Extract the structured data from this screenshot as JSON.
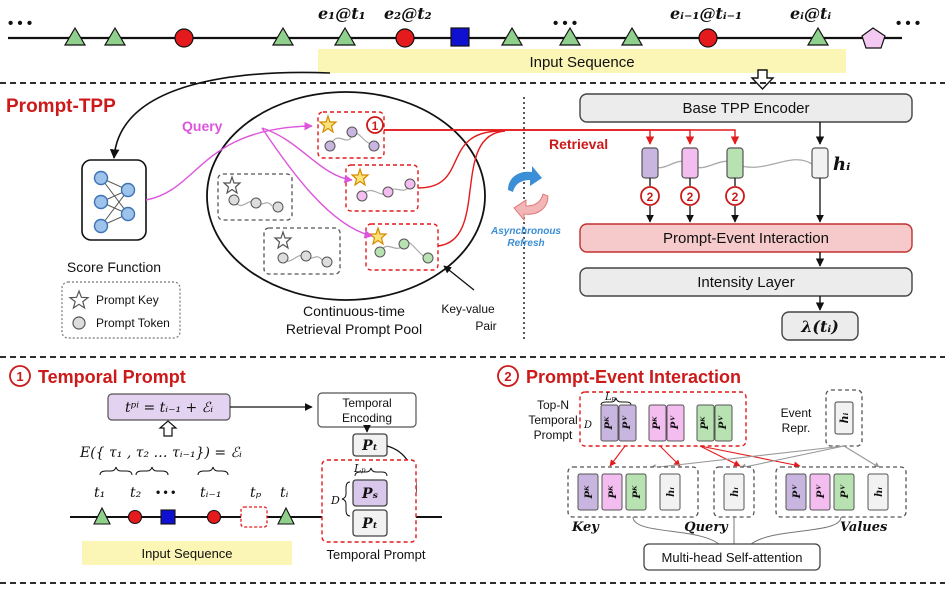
{
  "colors": {
    "red": "#e41a1c",
    "section_red": "#cc1a1a",
    "green": "#8fd18c",
    "blue": "#1010d0",
    "pink": "#f3c9f2",
    "yellow": "#fbf6b5",
    "purple_token": "#c9b6e0",
    "pink_token": "#f3bdf0",
    "green_token": "#b9e2b3",
    "interaction_box": "#f6caca",
    "query_line": "#dd55dd",
    "refresh_blue": "#3b8fd6"
  },
  "top": {
    "ellipsis": "• • •",
    "event_labels": [
      "e₁@t₁",
      "e₂@t₂",
      "eᵢ₋₁@tᵢ₋₁",
      "eᵢ@tᵢ"
    ],
    "input_sequence": "Input Sequence"
  },
  "prompt_tpp": {
    "title": "Prompt-TPP",
    "query": "Query",
    "retrieval": "Retrieval",
    "score_function": "Score Function",
    "legend": {
      "prompt_key": "Prompt Key",
      "prompt_token": "Prompt Token"
    },
    "pool_caption": [
      "Continuous-time",
      "Retrieval Prompt Pool"
    ],
    "key_value": [
      "Key-value",
      "Pair"
    ],
    "async_refresh": [
      "Asynchronous",
      "Refresh"
    ],
    "base_encoder": "Base TPP Encoder",
    "h_i": "hᵢ",
    "prompt_event_interaction": "Prompt-Event Interaction",
    "intensity_layer": "Intensity Layer",
    "lambda": "λ(tᵢ)",
    "step1": "1",
    "step2": "2"
  },
  "temporal_prompt": {
    "title": "Temporal Prompt",
    "equation": "tᵖⁱ = tᵢ₋₁ + ℰᵢ",
    "encoding_eq": "E({ τ₁ , τ₂ … τᵢ₋₁}) = ℰᵢ",
    "tau1": "τ₁",
    "tau2": "τ₂",
    "t_labels": [
      "t₁",
      "t₂",
      "• • •",
      "tᵢ₋₁",
      "tₚ",
      "tᵢ"
    ],
    "input_sequence": "Input Sequence",
    "temporal_encoding": [
      "Temporal",
      "Encoding"
    ],
    "pt": "Pₜ",
    "ps": "Pₛ",
    "lp": "Lₚ",
    "d": "D",
    "caption": "Temporal Prompt"
  },
  "interaction": {
    "title": "Prompt-Event Interaction",
    "top_n": [
      "Top-N",
      "Temporal",
      "Prompt"
    ],
    "event_repr": [
      "Event",
      "Repr."
    ],
    "pk": "Pᴷ",
    "pv": "Pⱽ",
    "lp": "Lₚ",
    "d": "D",
    "h_i": "hᵢ",
    "key": "Key",
    "query": "Query",
    "values": "Values",
    "mhsa": "Multi-head Self-attention"
  }
}
